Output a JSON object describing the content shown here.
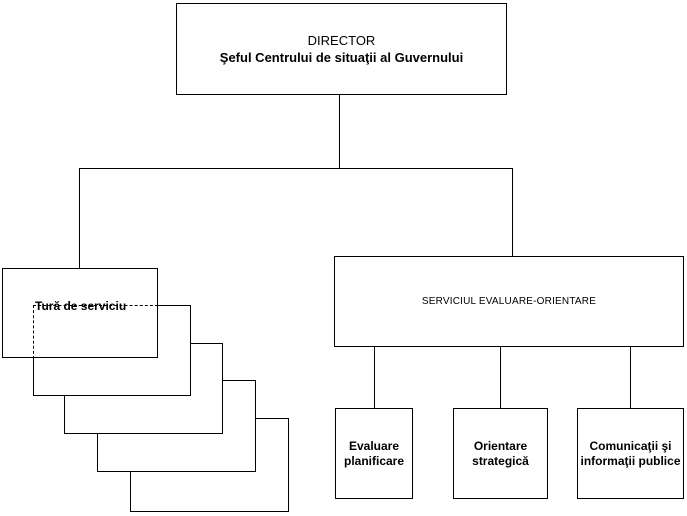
{
  "director": {
    "role": "DIRECTOR",
    "name": "Şeful Centrului de situaţii al Guvernului"
  },
  "shift": {
    "label": "Tură de serviciu"
  },
  "service": {
    "label": "SERVICIUL EVALUARE-ORIENTARE"
  },
  "units": [
    {
      "label": "Evaluare planificare"
    },
    {
      "label": "Orientare strategică"
    },
    {
      "label": "Comunicaţii şi informaţii publice"
    }
  ]
}
